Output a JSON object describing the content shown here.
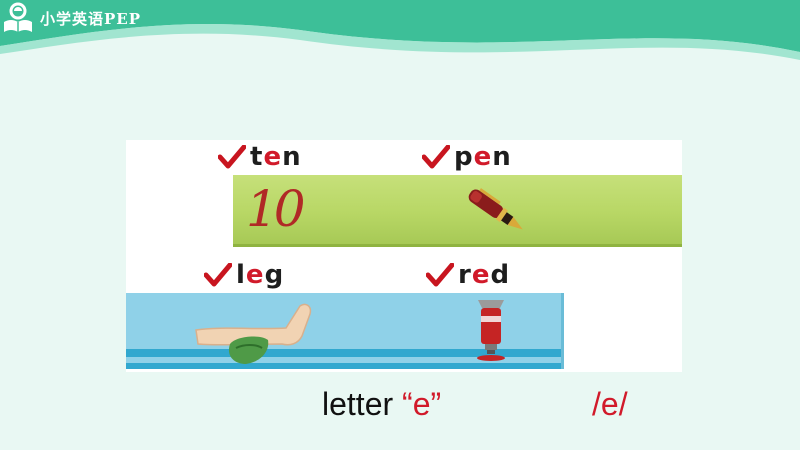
{
  "header": {
    "brand": "小学英语PEP",
    "logo_icon": "book-logo-icon"
  },
  "words": [
    {
      "prefix": "t",
      "vowel": "e",
      "suffix": "n",
      "checked": true
    },
    {
      "prefix": "p",
      "vowel": "e",
      "suffix": "n",
      "checked": true
    },
    {
      "prefix": "l",
      "vowel": "e",
      "suffix": "g",
      "checked": true
    },
    {
      "prefix": "r",
      "vowel": "e",
      "suffix": "d",
      "checked": true
    }
  ],
  "pictures": {
    "ten_numeral": "10",
    "pen_icon": "fountain-pen-icon",
    "leg_icon": "leg-icon",
    "red_icon": "paint-tube-icon"
  },
  "caption": {
    "text": "letter ",
    "letter": "“e”",
    "phoneme": "/e/"
  },
  "colors": {
    "teal": "#3dbf98",
    "accent_red": "#d11a2a",
    "check_red": "#c8151f",
    "green_strip": "#b8d765",
    "blue_strip": "#8fd1e8"
  }
}
